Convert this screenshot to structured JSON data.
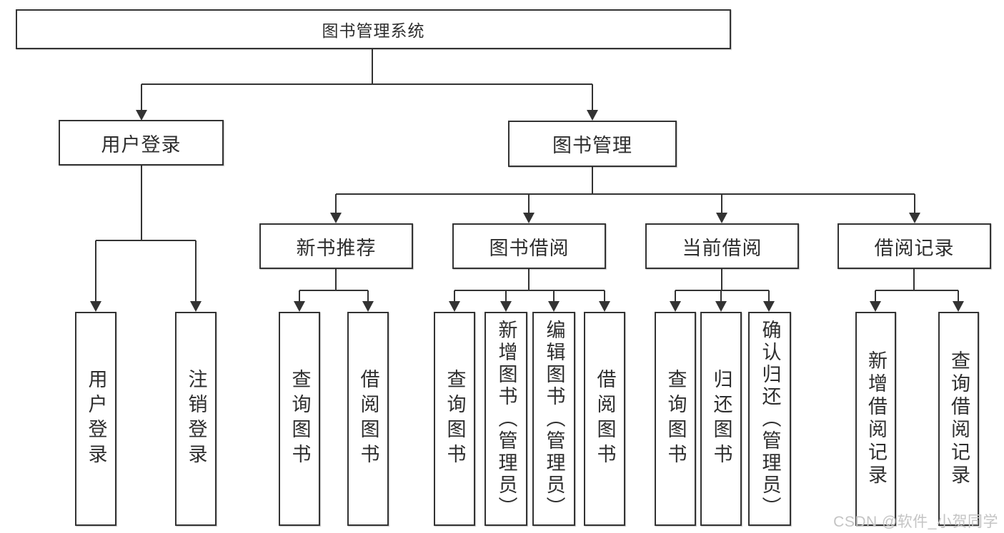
{
  "colors": {
    "background": "#ffffff",
    "line": "#333333",
    "box_border": "#333333",
    "text": "#2e2e2e",
    "watermark": "#c4c4c4"
  },
  "tree": {
    "root": {
      "label": "图书管理系统"
    },
    "user_login": {
      "label": "用户登录",
      "children": [
        {
          "label": "用户登录"
        },
        {
          "label": "注销登录"
        }
      ]
    },
    "book_management": {
      "label": "图书管理",
      "children": [
        {
          "label": "新书推荐",
          "children": [
            {
              "label": "查询图书"
            },
            {
              "label": "借阅图书"
            }
          ]
        },
        {
          "label": "图书借阅",
          "children": [
            {
              "label": "查询图书"
            },
            {
              "label": "新增图书（管理员）"
            },
            {
              "label": "编辑图书（管理员）"
            },
            {
              "label": "借阅图书"
            }
          ]
        },
        {
          "label": "当前借阅",
          "children": [
            {
              "label": "查询图书"
            },
            {
              "label": "归还图书"
            },
            {
              "label": "确认归还（管理员）"
            }
          ]
        },
        {
          "label": "借阅记录",
          "children": [
            {
              "label": "新增借阅记录"
            },
            {
              "label": "查询借阅记录"
            }
          ]
        }
      ]
    }
  },
  "watermark": {
    "text": "CSDN @软件_小贺同学"
  }
}
